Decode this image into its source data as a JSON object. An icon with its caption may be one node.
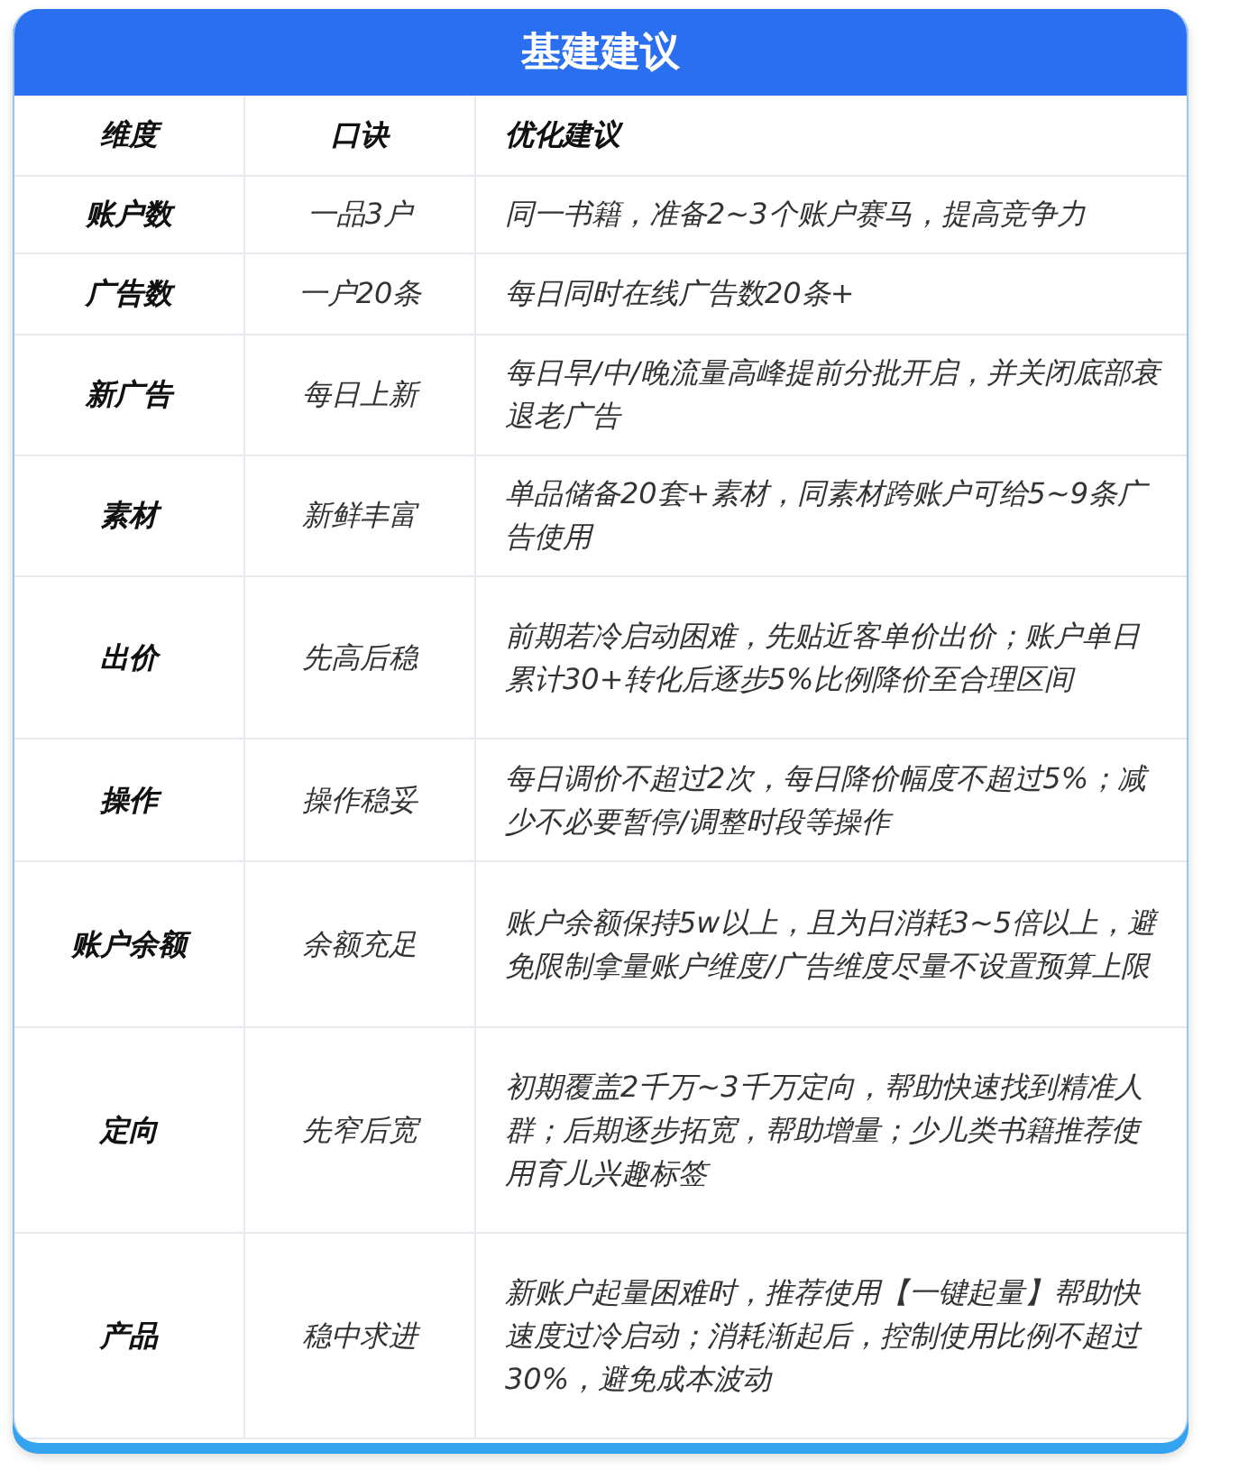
{
  "diagram": {
    "title": "基建建议",
    "labels": [
      "维度",
      "口诀",
      "优化建议",
      "账户数",
      "一品3户",
      "同一书籍，准备2~3个账户赛马，提高竞争力",
      "广告数",
      "一户20条",
      "每日同时在线广告数20条+",
      "新广告",
      "每日上新",
      "每日早/中/晚流量高峰提前分批开启，并关闭底部衰退老广告",
      "素材",
      "新鲜丰富",
      "单品储备20套+素材，同素材跨账户可给5~9条广告使用",
      "出价",
      "先高后稳",
      "前期若冷启动困难，先贴近客单价出价；账户单日累计30+转化后逐步5%比例降价至合理区间",
      "操作",
      "操作稳妥",
      "每日调价不超过2次，每日降价幅度不超过5%；减少不必要暂停/调整时段等操作",
      "账户余额",
      "余额充足",
      "账户余额保持5w以上，且为日消耗3~5倍以上，避免限制拿量账户维度/广告维度尽量不设置预算上限",
      "定向",
      "先窄后宽",
      "初期覆盖2千万~3千万定向，帮助快速找到精准人群；后期逐步拓宽，帮助增量；少儿类书籍推荐使用育儿兴趣标签",
      "产品",
      "稳中求进",
      "新账户起量困难时，推荐使用【一键起量】帮助快速度过冷启动；消耗渐起后，控制使用比例不超过30%，避免成本波动"
    ]
  }
}
